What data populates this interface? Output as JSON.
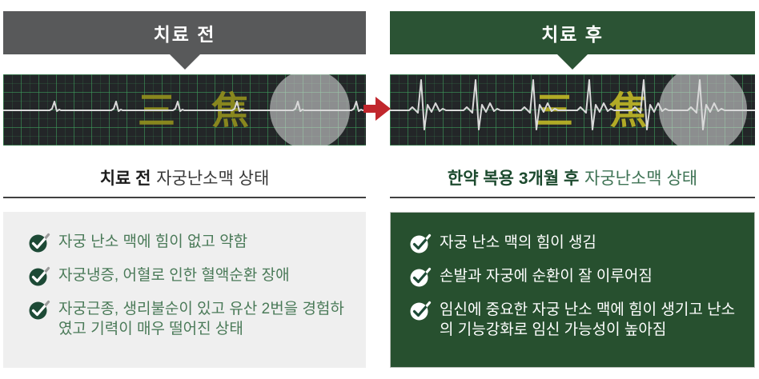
{
  "left": {
    "header": "치료 전",
    "panel_overlay": "三 焦",
    "caption": {
      "bold": "치료 전",
      "rest": "자궁난소맥 상태"
    },
    "bullets": [
      "자궁 난소 맥에 힘이 없고 약함",
      "자궁냉증, 어혈로 인한 혈액순환 장애",
      "자궁근종, 생리불순이 있고 유산 2번을 경험하였고 기력이 매우 떨어진 상태"
    ]
  },
  "right": {
    "header": "치료 후",
    "panel_overlay": "三 焦",
    "caption": {
      "bold": "한약 복용 3개월 후",
      "rest": "자궁난소맥 상태"
    },
    "bullets": [
      "자궁 난소 맥의 힘이 생김",
      "손발과 자궁에 순환이 잘 이루어짐",
      "임신에 중요한 자궁 난소 맥에 힘이 생기고 난소의 기능강화로 임신 가능성이 높아짐"
    ]
  },
  "colors": {
    "header_gray": "#58595a",
    "header_green": "#2b5334",
    "panel_bg": "#232628",
    "grid_green": "#3e9e5c",
    "overlay_yellow_dim": "#8e8c1e",
    "overlay_yellow_bright": "#b9b226",
    "arrow_red": "#c1272d",
    "box_gray": "#efefef",
    "box_green": "#27502f",
    "bullet_green": "#4a7a58",
    "check_green": "#1d4a36"
  }
}
